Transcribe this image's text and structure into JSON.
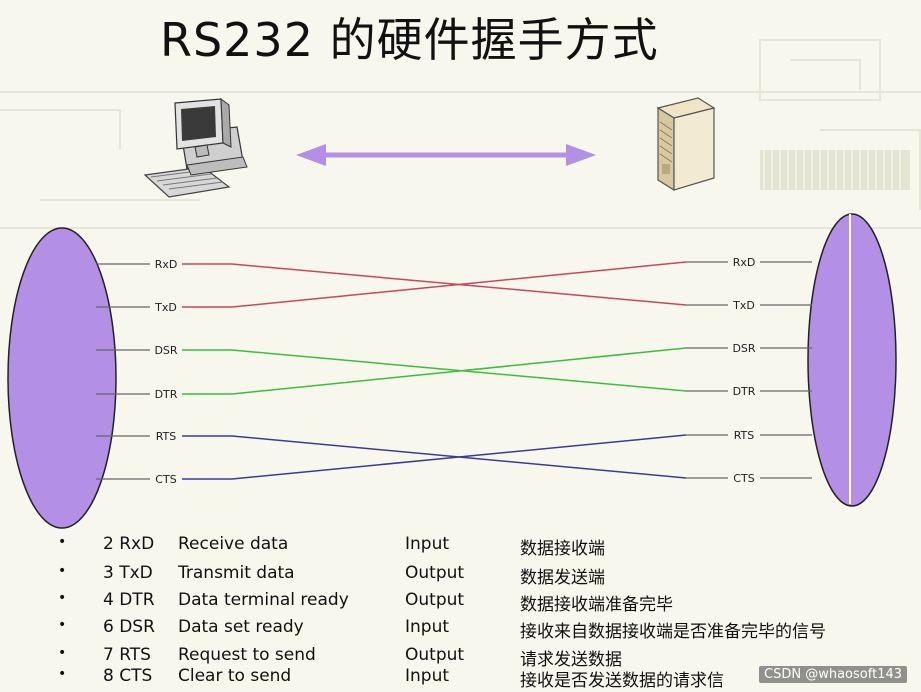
{
  "title": "RS232 的硬件握手方式",
  "signals": [
    {
      "left": "RxD",
      "right": "RxD",
      "color": "#c7485a",
      "cross_to": 1
    },
    {
      "left": "TxD",
      "right": "TxD",
      "color": "#c7485a",
      "cross_to": 0
    },
    {
      "left": "DSR",
      "right": "DSR",
      "color": "#3cbe3c",
      "cross_to": 3
    },
    {
      "left": "DTR",
      "right": "DTR",
      "color": "#3cbe3c",
      "cross_to": 2
    },
    {
      "left": "RTS",
      "right": "RTS",
      "color": "#3a3a9a",
      "cross_to": 5
    },
    {
      "left": "CTS",
      "right": "CTS",
      "color": "#3a3a9a",
      "cross_to": 4
    }
  ],
  "legend": [
    {
      "bullet": "•",
      "pin": "2 RxD",
      "desc": "Receive data",
      "dir": "Input",
      "cn": "数据接收端"
    },
    {
      "bullet": "•",
      "pin": "3 TxD",
      "desc": "Transmit data",
      "dir": "Output",
      "cn": "数据发送端"
    },
    {
      "bullet": "•",
      "pin": "4 DTR",
      "desc": "Data terminal ready",
      "dir": "Output",
      "cn": "数据接收端准备完毕"
    },
    {
      "bullet": "•",
      "pin": "6 DSR",
      "desc": "Data set ready",
      "dir": "Input",
      "cn": "接收来自数据接收端是否准备完毕的信号"
    },
    {
      "bullet": "•",
      "pin": "7 RTS",
      "desc": "Request to send",
      "dir": "Output",
      "cn": "请求发送数据"
    },
    {
      "bullet": "•",
      "pin": "8 CTS",
      "desc": "Clear to send",
      "dir": "Input",
      "cn": "接收是否发送数据的请求信"
    }
  ],
  "watermark": "CSDN @whaosoft143",
  "colors": {
    "connector": "#b48fe6",
    "connector_stroke": "#222222",
    "arrow": "#b48fe6"
  },
  "icons": {
    "left_device": "desktop-computer-icon",
    "right_device": "server-tower-icon"
  }
}
